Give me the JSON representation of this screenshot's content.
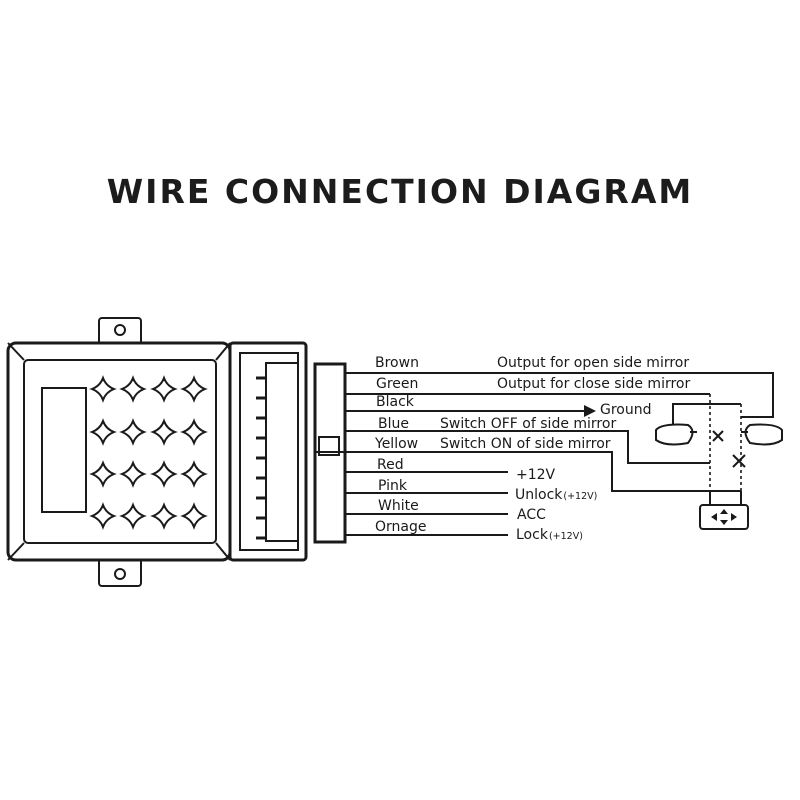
{
  "title": "WIRE CONNECTION DIAGRAM",
  "wires": [
    {
      "color": "Brown",
      "function": "Output for open side mirror"
    },
    {
      "color": "Green",
      "function": "Output for close side mirror"
    },
    {
      "color": "Black",
      "function": "Ground"
    },
    {
      "color": "Blue",
      "function": "Switch OFF of side mirror"
    },
    {
      "color": "Yellow",
      "function": "Switch ON of side mirror"
    },
    {
      "color": "Red",
      "function": "+12V"
    },
    {
      "color": "Pink",
      "function": "Unlock",
      "suffix": "(+12V)"
    },
    {
      "color": "White",
      "function": "ACC"
    },
    {
      "color": "Ornage",
      "function": "Lock",
      "suffix": "(+12V)"
    }
  ]
}
